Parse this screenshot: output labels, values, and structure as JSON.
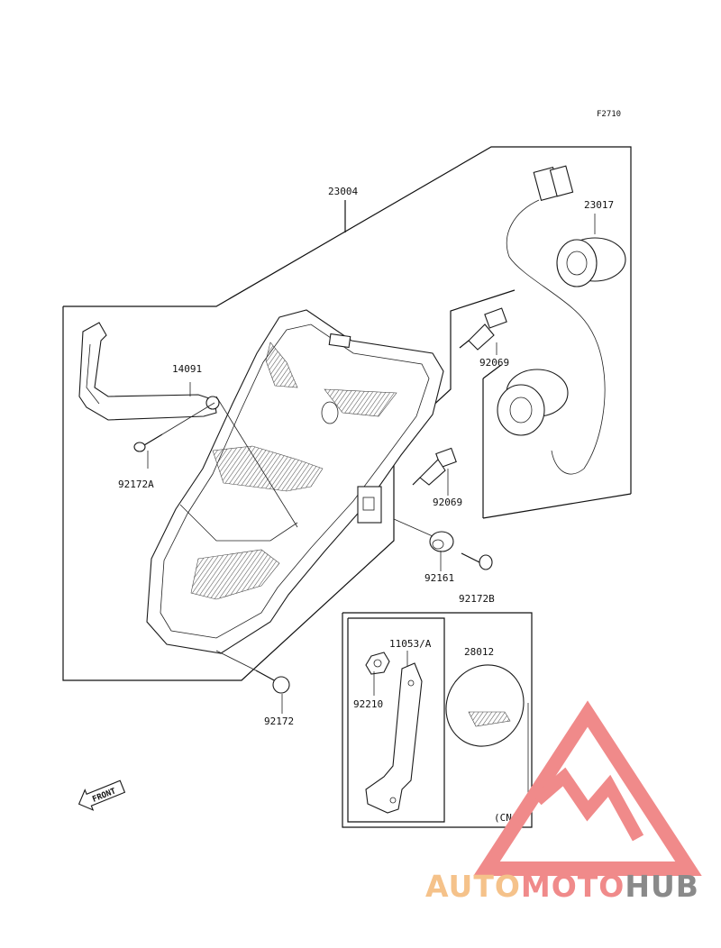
{
  "figure_code": "F2710",
  "parts": {
    "p23004": "23004",
    "p23017": "23017",
    "p14091": "14091",
    "p92069a": "92069",
    "p92069b": "92069",
    "p92172A": "92172A",
    "p92161": "92161",
    "p92172B": "92172B",
    "p11053": "11053/A",
    "p28012": "28012",
    "p92210": "92210",
    "p92172": "92172"
  },
  "market_note": "(CN)",
  "front_label": "FRONT",
  "watermark": {
    "part1": "AUTO",
    "part2": "MOTO",
    "part3": "HUB",
    "color_auto": "#f5c28a",
    "color_moto": "#f08a8a",
    "color_hub": "#8a8a8a",
    "triangle_color": "#f08a8a"
  }
}
